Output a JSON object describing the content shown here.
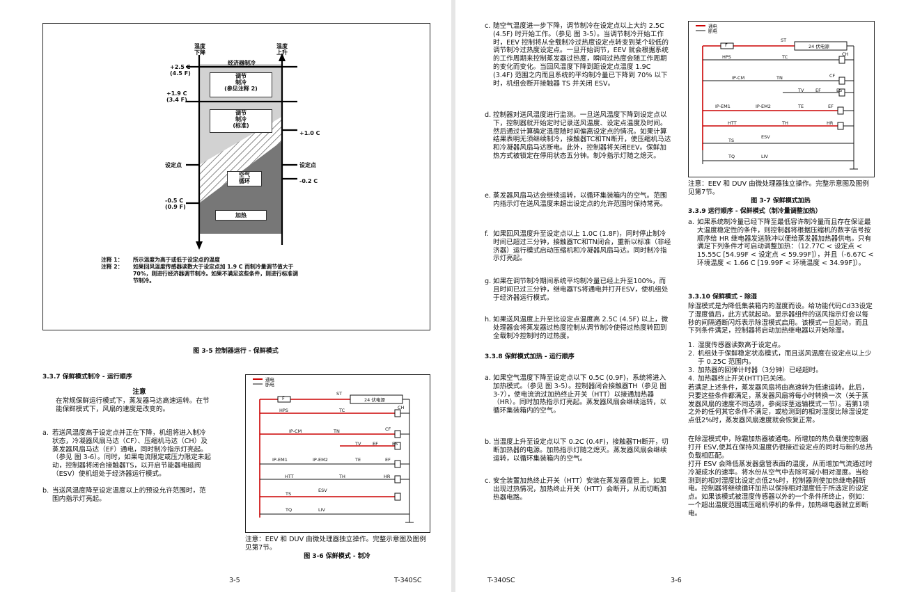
{
  "left": {
    "fig35": {
      "caption": "图 3-5 控制器运行 - 保鲜模式",
      "temp_fall": "温度\n下降",
      "temp_rise": "温度\n上升",
      "economizer": "经济器制冷",
      "modulate_note": "调节\n制冷\n(参见注释 2)",
      "modulate_std": "调节\n制冷\n(标准)",
      "circulate": "空气\n循环",
      "heating": "加热",
      "t1": "+2.5 C\n(4.5 F)",
      "t2": "+1.9 C\n(3.4 F)",
      "t3": "+1.0 C",
      "setpoint_l": "设定点",
      "setpoint_r": "设定点",
      "t4": "-0.2 C",
      "t5": "-0.5 C\n(0.9 F)",
      "note1_label": "注释 1：",
      "note1": "所示温度为高于或低于设定点的温度",
      "note2_label": "注释 2：",
      "note2": "如果回风温度传感器读数大于设定点加 1.9 C 而制冷量调节值大于 70%，则进行经济器调节制冷。如果不满足这些条件，则进行标准调节制冷。"
    },
    "sec337": {
      "heading": "3.3.7  保鲜模式制冷 - 运行顺序",
      "note_title": "注意",
      "note_body": "在常规保鲜运行模式下，蒸发器马达高速运转。在节能保鲜模式下，风扇的速度是改变的。",
      "a_label": "a.",
      "a": "若送风温度高于设定点并正在下降，机组将进入制冷状态，冷凝器风扇马达（CF）、压缩机马达（CH）及蒸发器风扇马达（EF）通电，同时制冷指示灯亮起。（参见 图 3-6）。同时，如果电流限定或压力限定未起动，控制器将闭合接触器TS，以开启节能器电磁阀（ESV）使机组处于经济器运行模式。",
      "b_label": "b.",
      "b": "当送风温度降至设定温度以上的预设允许范围时，范围内指示灯亮起。"
    },
    "fig36": {
      "legend_on": "通电",
      "legend_off": "断电",
      "power": "24 伏电源",
      "note": "注意：EEV 和 DUV 由微处理器独立操作。完整示意图及图例见第7节。",
      "caption": "图 3-6 保鲜模式 - 制冷"
    },
    "footer_page": "3-5",
    "footer_model": "T-340SC"
  },
  "right": {
    "items": [
      {
        "label": "c.",
        "text": "随空气温度进一步下降，调节制冷在设定点以上大约 2.5C (4.5F) 时开始工作。（参见 图 3-5）。当调节制冷开始工作时，EEV 控制将从全载制冷过热度设定点转变到某个较低的调节制冷过热度设定点。一旦开始调节，EEV 就会根据系统的工作周期来控制蒸发器过热度，瞬间过热度会随工作周期的变化而变化。当回风温度下降到距设定点温度 1.9C (3.4F) 范围之内而且系统的平均制冷量已下降到 70% 以下时，机组会断开接触器 TS 并关闭 ESV。"
      },
      {
        "label": "d.",
        "text": "控制器对送风温度进行监测。一旦送风温度下降到设定点以下，控制器就开始定时记录送风温度、设定点温度及时间。然后通过计算确定温度随时间偏离设定点的情况。如果计算结果表明无须继续制冷，接触器TC和TN断开，使压缩机马达和冷凝器风扇马达断电。此外，控制器将关闭EEV。保鲜加热方式被锁定在停用状态五分钟。制冷指示灯随之熄灭。"
      },
      {
        "label": "e.",
        "text": "蒸发器风扇马达会继续运转，以循环集装箱内的空气。范围内指示灯在送风温度未超出设定点的允许范围时保持常亮。"
      },
      {
        "label": "f.",
        "text": "如果回风温度升至设定点以上 1.0C (1.8F)，同时停止制冷时间已超过三分钟，接触器TC和TN闭合，重新以标准（非经济器）运行模式启动压缩机和冷凝器风扇马达。同时制冷指示灯亮起。"
      },
      {
        "label": "g.",
        "text": "如果在调节制冷期间系统平均制冷量已经上升至100%，而且时间已过三分钟，继电器TS将通电并打开ESV，使机组处于经济器运行模式。"
      },
      {
        "label": "h.",
        "text": "如果送风温度上升至比设定点温度高 2.5C (4.5F) 以上，微处理器会将蒸发器过热度控制从调节制冷使得过热度转回到全载制冷控制时的过热度。"
      }
    ],
    "sec338": {
      "heading": "3.3.8  保鲜模式加热 - 运行顺序",
      "items": [
        {
          "label": "a.",
          "text": "如果空气温度下降至设定点以下 0.5C (0.9F)，系统将进入加热模式。（参见 图 3-5）。控制器闭合接触器TH（参见 图 3-7），使电流流过加热终止开关（HTT）以接通加热器（HR）。同时加热指示灯亮起。蒸发器风扇会继续运转，以循环集装箱内的空气。"
        },
        {
          "label": "b.",
          "text": "当温度上升至设定点以下 0.2C (0.4F)，接触器TH断开，切断加热器的电源。加热指示灯随之熄灭。蒸发器风扇会继续运转，以循环集装箱内的空气。"
        },
        {
          "label": "c.",
          "text": "安全装置加热终止开关（HTT）安装在蒸发器盘管上。如果出现过热情况，加热终止开关（HTT）会断开，从而切断加热器电路。"
        }
      ]
    },
    "fig37": {
      "legend_on": "通电",
      "legend_off": "断电",
      "power": "24 伏电源",
      "note": "注意：EEV 和 DUV 由微处理器独立操作。完整示意图及图例见第7节。",
      "caption": "图 3-7 保鲜模式加热"
    },
    "sec339": {
      "heading": "3.3.9  运行顺序 - 保鲜模式（制冷量调整加热）",
      "a_label": "a.",
      "a": "如果系统制冷量已经下降至最低容许制冷量而且存在保证最大温度稳定性的条件，则控制器将根据压缩机的数字信号按顺序给 HR 继电器发送脉冲以便给蒸发器加热器供电。只有满足下列条件才可启动调整加热：（12.77C < 设定点 < 15.55C [54.99F < 设定点 < 59.99F]），并且（-6.67C < 环境温度 < 1.66 C [19.99F < 环境温度 < 34.99F]）。"
    },
    "sec3310": {
      "heading": "3.3.10 保鲜模式 - 除湿",
      "intro": "除湿模式是为降低集装箱内的湿度而设。给功能代码Cd33设定了湿度值后，此方式就起动。显示器组件的送风指示灯会以每秒的间隔通断闪烁表示除湿模式启用。该模式一旦起动，而且下列条件满足，控制器将启动加热继电器以开始除湿。",
      "list": [
        {
          "label": "1.",
          "text": "湿度传感器读数高于设定点。"
        },
        {
          "label": "2.",
          "text": "机组处于保鲜稳定状态模式，而且送风温度在设定点以上少于 0.25C 范围内。"
        },
        {
          "label": "3.",
          "text": "加热器的回弹计时器（3分钟）已经超时。"
        },
        {
          "label": "4.",
          "text": "加热器终止开关(HTT)已关闭。"
        }
      ],
      "p1": "若满足上述条件，蒸发器风扇将由高速转为低速运转。此后，只要这些条件都满足，蒸发器风扇将每小时转换一次（关于蒸发器风扇的速度不同选项，参阅球茎运输模式一节）。若第1项之外的任何其它条件不满足，或检测到的相对湿度比除湿设定点低2%时，蒸发器风扇速度就会恢复正常。",
      "p2": "在除湿模式中，除霜加热器被通电。所增加的热负载使控制器打开 ESV,使其在保持风温度仍很接近设定点的同时与新的总热负载相匹配。",
      "p3": "打开 ESV 会降低蒸发器盘管表面的温度，从而增加气流通过时冷凝成水的速率。将水份从空气中去除可减小相对湿度。当检测到的相对湿度比设定点低2%时，控制器则使加热继电器断电。控制器将继续循环加热以保持相对湿度低于所选定的设定点。如果该模式被湿度传感器以外的一个条件所终止，例如：一个超出温度范围或压缩机停机的条件，加热继电器就立即断电。"
    },
    "footer_model": "T-340SC",
    "footer_page": "3-6"
  },
  "schematic_labels": {
    "F": "F",
    "ST": "ST",
    "HPS": "HPS",
    "TC": "TC",
    "CH": "CH",
    "IPCM": "IP-CM",
    "TN": "TN",
    "CF": "CF",
    "TV": "TV",
    "EF": "EF",
    "ES": "ES",
    "IPEM1": "IP-EM1",
    "IPEM2": "IP-EM2",
    "TE": "TE",
    "EF2": "EF",
    "HTT": "HTT",
    "TH": "TH",
    "HR": "HR",
    "TS": "TS",
    "ESV": "ESV",
    "TQ": "TQ",
    "LIV": "LIV"
  },
  "colors": {
    "energized": "#cc0000",
    "deenergized": "#111111"
  }
}
